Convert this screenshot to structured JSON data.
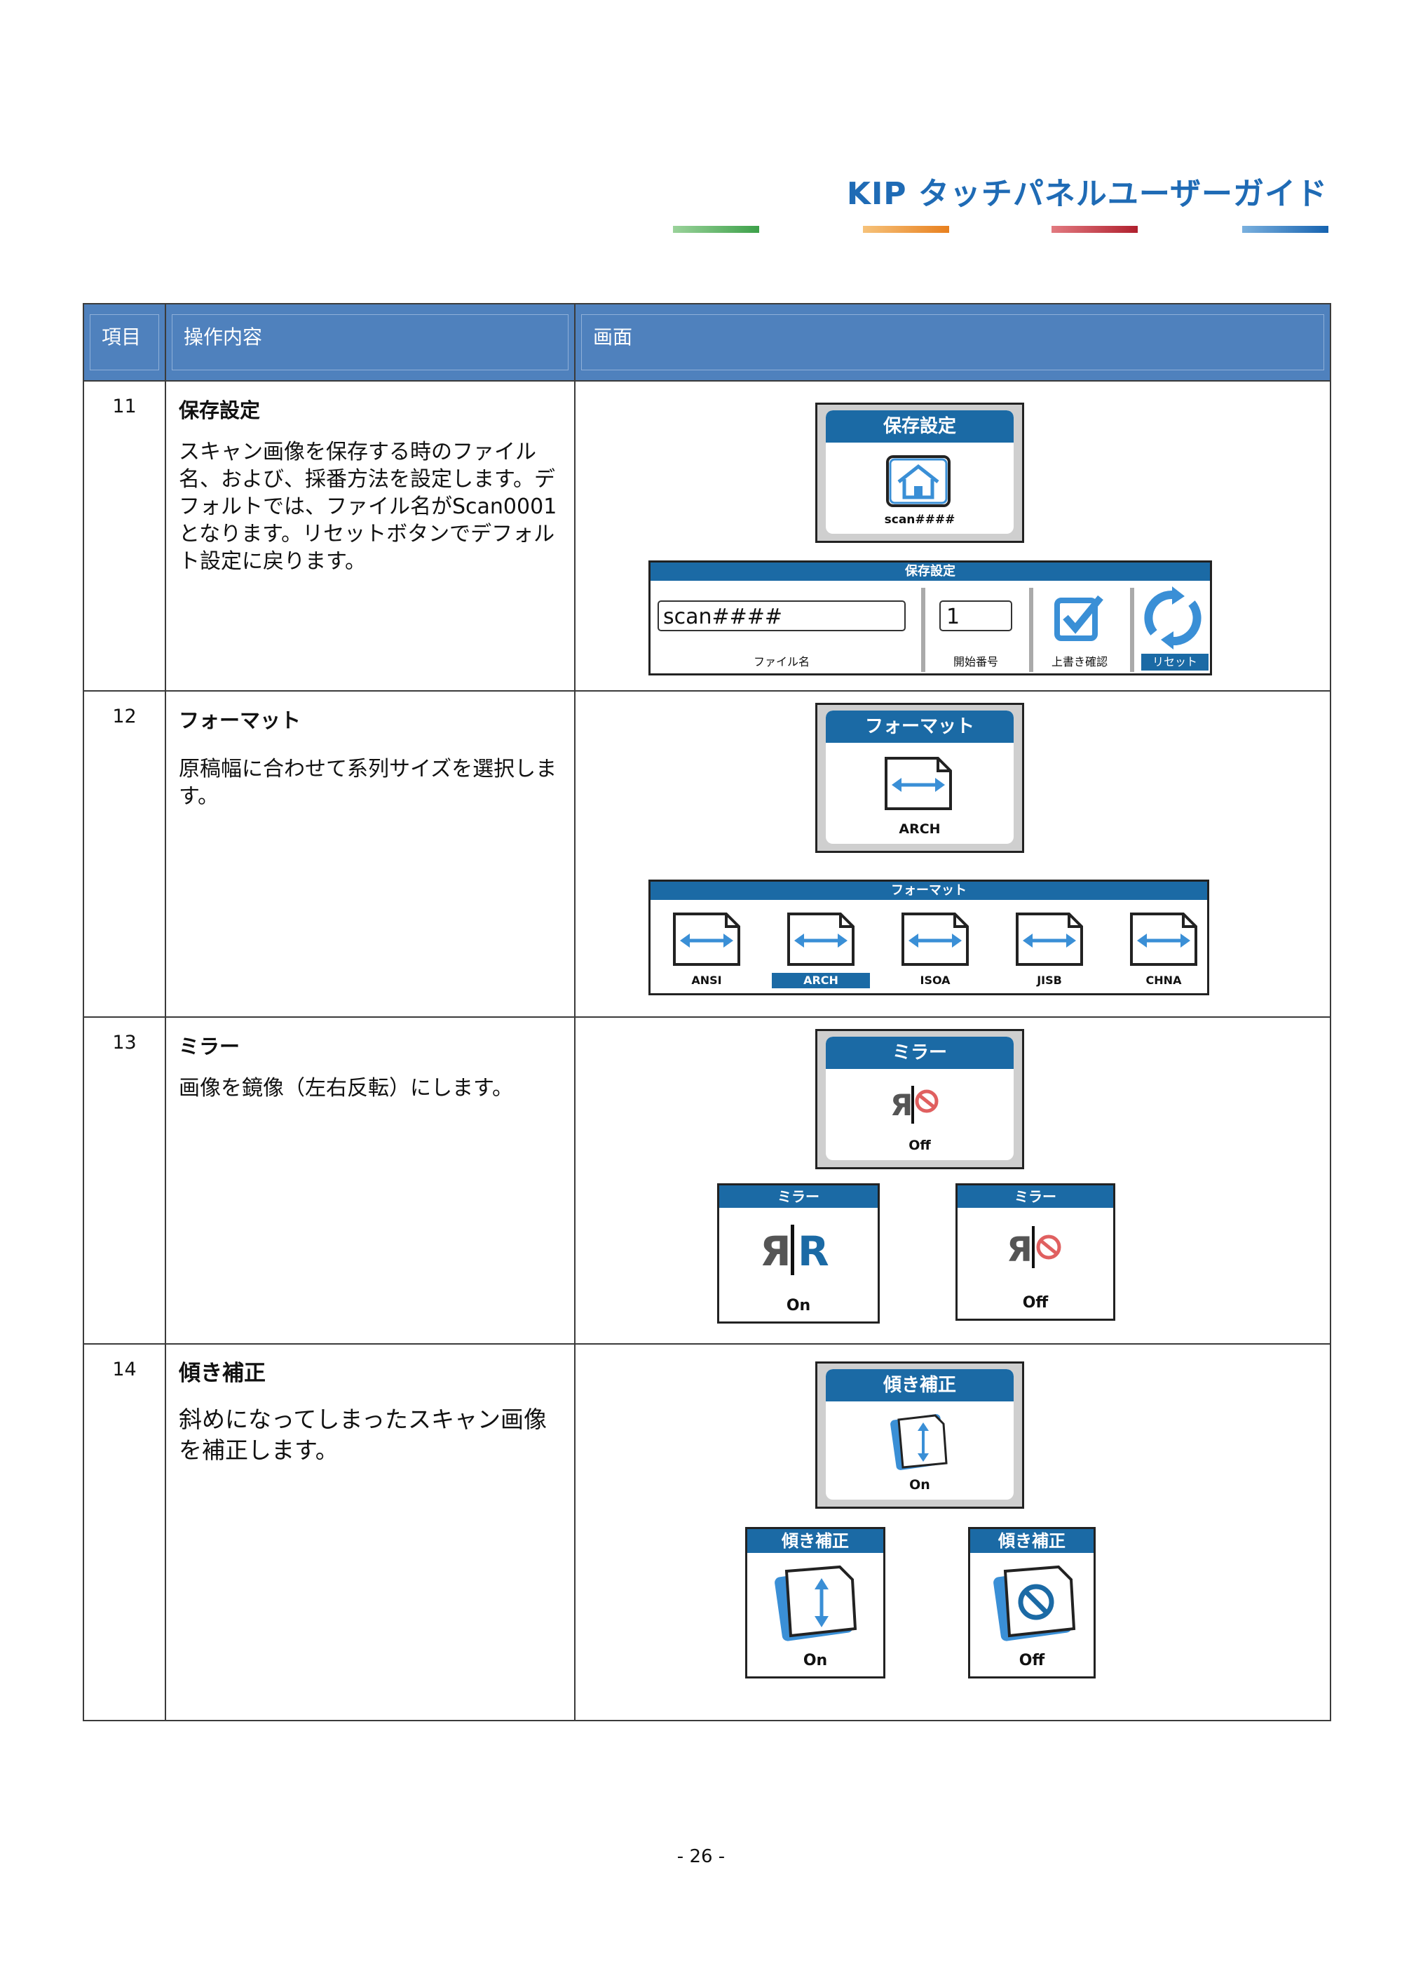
{
  "header": {
    "title": "KIP タッチパネルユーザーガイド"
  },
  "table": {
    "headers": [
      "項目",
      "操作内容",
      "画面"
    ],
    "rows": [
      {
        "num": "11",
        "title": "保存設定",
        "text": "スキャン画像を保存する時のファイル名、および、採番方法を設定します。デフォルトでは、ファイル名がScan0001となります。リセットボタンでデフォルト設定に戻ります。",
        "tile": {
          "header": "保存設定",
          "caption": "scan####",
          "icon": "house-icon"
        },
        "panel": {
          "header": "保存設定",
          "file_name_value": "scan####",
          "file_name_label": "ファイル名",
          "start_number_value": "1",
          "start_number_label": "開始番号",
          "overwrite_label": "上書き確認",
          "reset_label": "リセット"
        }
      },
      {
        "num": "12",
        "title": "フォーマット",
        "text": "原稿幅に合わせて系列サイズを選択します。",
        "tile": {
          "header": "フォーマット",
          "caption": "ARCH",
          "icon": "width-arrow-icon"
        },
        "panel": {
          "header": "フォーマット",
          "options": [
            "ANSI",
            "ARCH",
            "ISOA",
            "JISB",
            "CHNA"
          ],
          "selected": "ARCH"
        }
      },
      {
        "num": "13",
        "title": "ミラー",
        "text": "画像を鏡像（左右反転）にします。",
        "tile": {
          "header": "ミラー",
          "caption": "Off",
          "icon": "mirror-off-icon"
        },
        "states": [
          {
            "header": "ミラー",
            "caption": "On"
          },
          {
            "header": "ミラー",
            "caption": "Off"
          }
        ]
      },
      {
        "num": "14",
        "title": "傾き補正",
        "text": "斜めになってしまったスキャン画像を補正します。",
        "tile": {
          "header": "傾き補正",
          "caption": "On",
          "icon": "deskew-icon"
        },
        "states": [
          {
            "header": "傾き補正",
            "caption": "On"
          },
          {
            "header": "傾き補正",
            "caption": "Off"
          }
        ]
      }
    ]
  },
  "footer": {
    "page_number": "- 26 -"
  },
  "colors": {
    "title": "#1f6bb5",
    "table_header": "#4f81bd",
    "panel_header": "#1b6aa5",
    "icon_blue": "#3a8fd6"
  }
}
